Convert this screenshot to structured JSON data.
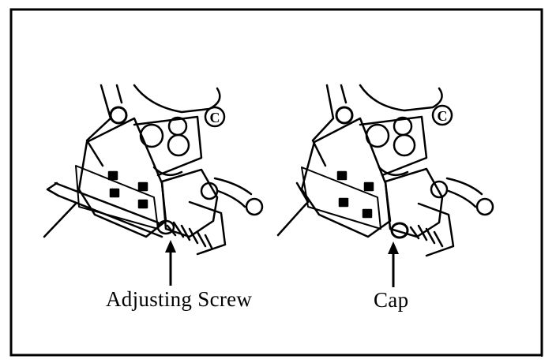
{
  "labels": {
    "adjusting_screw": "Adjusting Screw",
    "cap": "Cap",
    "part_marker": "C"
  },
  "colors": {
    "ink": "#000000",
    "paper": "#ffffff"
  }
}
